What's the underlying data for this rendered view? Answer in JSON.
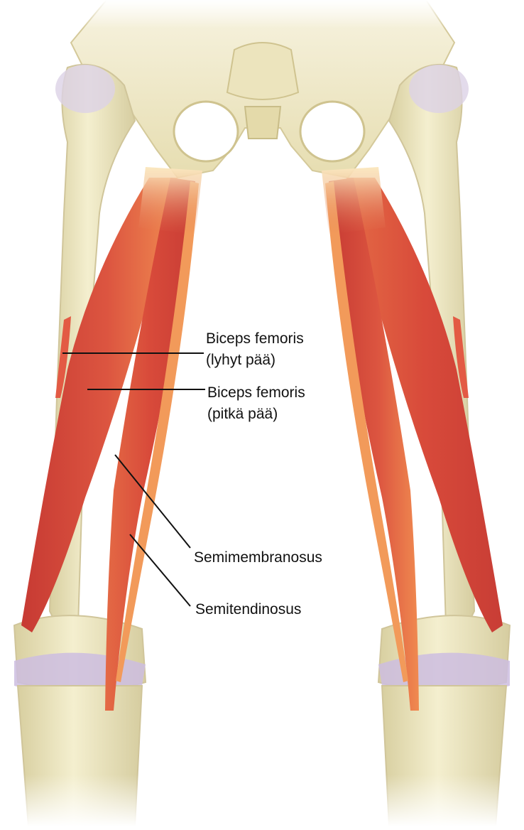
{
  "labels": {
    "biceps_short": {
      "line1": "Biceps femoris",
      "line2": "(lyhyt pää)"
    },
    "biceps_long": {
      "line1": "Biceps femoris",
      "line2": "(pitkä pää)"
    },
    "semimembranosus": "Semimembranosus",
    "semitendinosus": "Semitendinosus"
  },
  "colors": {
    "bone": "#efe9c4",
    "bone_shadow": "#d8cfa0",
    "cartilage": "#c9b9dc",
    "muscle": "#d2463a",
    "muscle_light": "#ef8a4e",
    "tendon": "#f6dba9",
    "leader_line": "#111111"
  }
}
